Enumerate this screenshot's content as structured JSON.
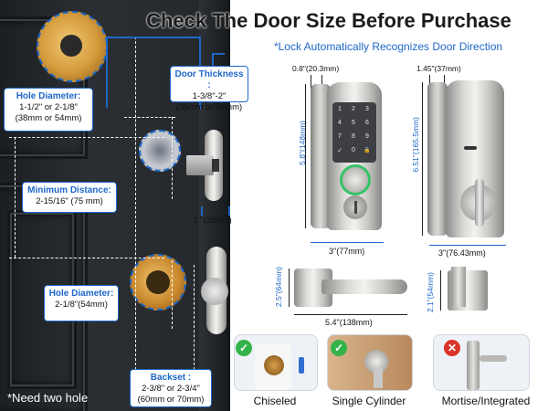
{
  "title": "Check The Door Size Before Purchase",
  "subtitle": "*Lock Automatically Recognizes Door Direction",
  "door_thickness": {
    "heading": "Door Thickness :",
    "line1": "1-3/8\"-2\"",
    "line2": "(35mm to 50mm)"
  },
  "hole_diameter_1": {
    "heading": "Hole Diameter:",
    "line1": "1-1/2\" or 2-1/8\"",
    "line2": "(38mm or 54mm)"
  },
  "minimum_distance": {
    "heading": "Minimum Distance:",
    "line1": "2-15/16\" (75 mm)"
  },
  "hole_diameter_2": {
    "heading": "Hole Diameter:",
    "line1": "2-1/8\"(54mm)"
  },
  "backset": {
    "heading": "Backset :",
    "line1": "2-3/8\" or 2-3/4\"",
    "line2": "(60mm or 70mm)"
  },
  "latch_dim": "1\" (25mm)",
  "footnote": "*Need two hole",
  "front_lock": {
    "top_dim": "0.8\"(20.3mm)",
    "height_dim": "5.8\"(148mm)",
    "width_dim": "3\"(77mm)"
  },
  "back_lock": {
    "top_dim": "1.45\"(37mm)",
    "height_dim": "6.51\"(165.5mm)",
    "width_dim": "3\"(76.43mm)"
  },
  "lever": {
    "height_dim": "2.5\"(64mm)",
    "width_dim": "5.4\"(138mm)"
  },
  "lever_side": {
    "height_dim": "2.1\"(54mm)"
  },
  "keypad_keys": [
    "1",
    "2",
    "3",
    "4",
    "5",
    "6",
    "7",
    "8",
    "9",
    "✓",
    "0",
    "🔒"
  ],
  "door_types": [
    {
      "label": "Chiseled",
      "status": "✓",
      "color": "#34b34a"
    },
    {
      "label": "Single Cylinder",
      "status": "✓",
      "color": "#34b34a"
    },
    {
      "label": "Mortise/Integrated",
      "status": "✕",
      "color": "#d9342b"
    }
  ],
  "colors": {
    "accent": "#1e67c9",
    "ok": "#34b34a",
    "no": "#d9342b",
    "door": "#23272b"
  }
}
